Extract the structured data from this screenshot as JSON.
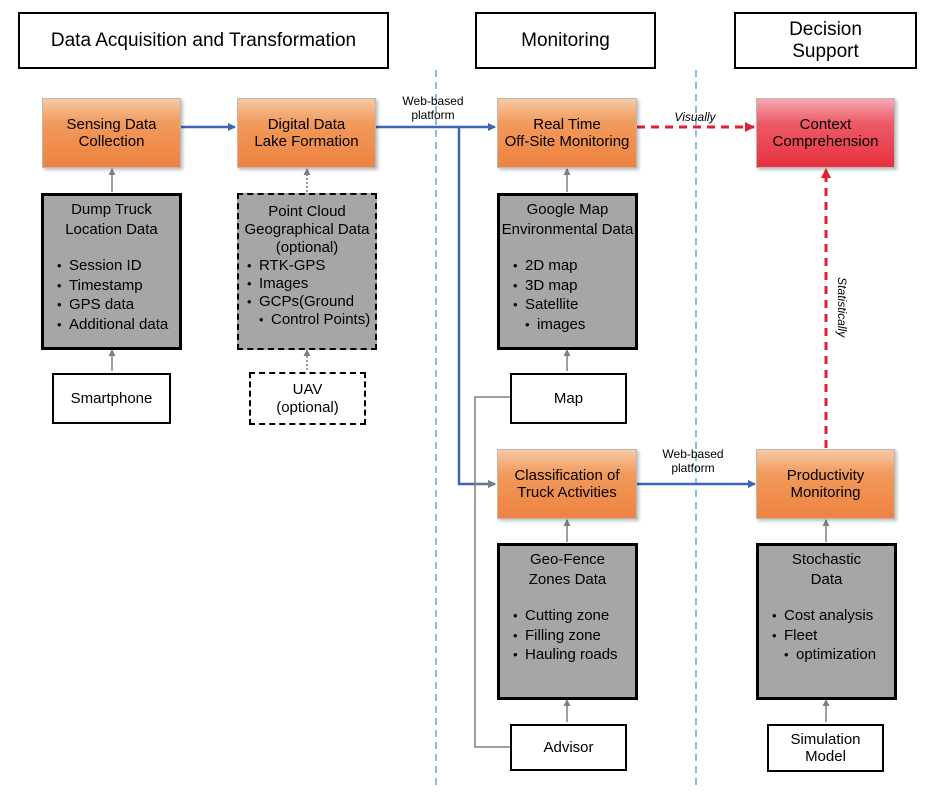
{
  "headers": {
    "acquisition": "Data Acquisition and Transformation",
    "monitoring": "Monitoring",
    "decision_line1": "Decision",
    "decision_line2": "Support"
  },
  "process_boxes": {
    "sensing": [
      "Sensing Data",
      "Collection"
    ],
    "lake": [
      "Digital Data",
      "Lake Formation"
    ],
    "realtime": [
      "Real Time",
      "Off-Site Monitoring"
    ],
    "context": [
      "Context",
      "Comprehension"
    ],
    "classification": [
      "Classification of",
      "Truck Activities"
    ],
    "productivity": [
      "Productivity",
      "Monitoring"
    ]
  },
  "data_boxes": {
    "dump_truck": {
      "title": [
        "Dump Truck",
        "Location Data"
      ],
      "items": [
        "Session ID",
        "Timestamp",
        "GPS data",
        "Additional data"
      ]
    },
    "point_cloud": {
      "title": [
        "Point Cloud",
        "Geographical Data",
        "(optional)"
      ],
      "items": [
        "RTK-GPS",
        "Images",
        "GCPs(Ground",
        "Control Points)"
      ]
    },
    "google_map": {
      "title": [
        "Google Map",
        "Environmental Data"
      ],
      "items": [
        "2D map",
        "3D map",
        "Satellite",
        "images"
      ]
    },
    "geo_fence": {
      "title": [
        "Geo-Fence",
        "Zones Data"
      ],
      "items": [
        "Cutting zone",
        "Filling zone",
        "Hauling roads"
      ]
    },
    "stochastic": {
      "title": [
        "Stochastic",
        "Data"
      ],
      "items": [
        "Cost analysis",
        "Fleet",
        "optimization"
      ]
    }
  },
  "sources": {
    "smartphone": "Smartphone",
    "uav": [
      "UAV",
      "(optional)"
    ],
    "map": "Map",
    "advisor": "Advisor",
    "simulation": [
      "Simulation",
      "Model"
    ]
  },
  "edge_labels": {
    "web_based_top": [
      "Web-based",
      "platform"
    ],
    "web_based_bottom": [
      "Web-based",
      "platform"
    ],
    "visually": "Visually",
    "statistically": "Statistically"
  },
  "colors": {
    "flow_blue": "#3a66b5",
    "decision_red": "#e0202e",
    "connector_gray": "#7f7f7f",
    "process_orange": "#ee8240",
    "data_gray": "#a6a6a6"
  }
}
